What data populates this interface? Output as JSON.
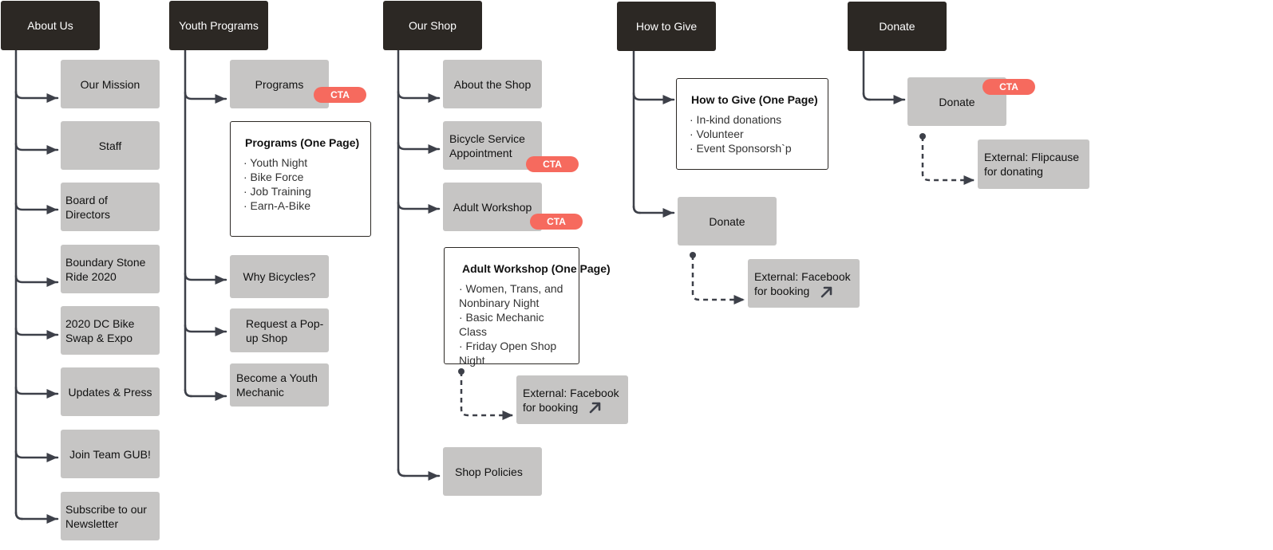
{
  "colors": {
    "header_bg": "#2c2824",
    "card_bg": "#c6c5c4",
    "cta_bg": "#f66a5e",
    "connector": "#3d4049"
  },
  "columns": {
    "about": {
      "header": "About Us",
      "items": [
        "Our Mission",
        "Staff",
        "Board of Directors",
        "Boundary Stone Ride 2020",
        "2020 DC Bike Swap & Expo",
        "Updates & Press",
        "Join Team GUB!",
        "Subscribe to our Newsletter"
      ]
    },
    "youth": {
      "header": "Youth Programs",
      "programs": "Programs",
      "programs_cta": "CTA",
      "panel_title": "Programs (One Page)",
      "panel_items": [
        "· Youth Night",
        "· Bike Force",
        "· Job Training",
        "· Earn-A-Bike"
      ],
      "items": [
        "Why Bicycles?",
        "Request a Pop-up Shop",
        "Become a Youth Mechanic"
      ]
    },
    "shop": {
      "header": "Our Shop",
      "about_shop": "About the Shop",
      "service": "Bicycle Service Appointment",
      "service_cta": "CTA",
      "adult_workshop": "Adult Workshop",
      "adult_cta": "CTA",
      "panel_title": "Adult Workshop (One Page)",
      "panel_items": [
        "· Women, Trans, and Nonbinary Night",
        "· Basic Mechanic Class",
        "· Friday Open Shop Night"
      ],
      "external": "External: Facebook for booking",
      "policies": "Shop Policies"
    },
    "give": {
      "header": "How to Give",
      "panel_title": "How to Give (One Page)",
      "panel_items": [
        "· In-kind donations",
        "· Volunteer",
        "· Event Sponsorsh`p"
      ],
      "donate": "Donate",
      "external": "External: Facebook for booking"
    },
    "donate": {
      "header": "Donate",
      "donate": "Donate",
      "donate_cta": "CTA",
      "external": "External: Flipcause for donating"
    }
  }
}
